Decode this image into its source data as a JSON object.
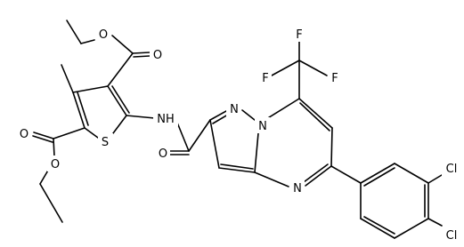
{
  "figure": {
    "type": "chemical-structure",
    "atom_color": "#000000",
    "background": "#ffffff"
  },
  "atoms": {
    "o_ester_top_carbonyl": "O",
    "o_ester_top_ether": "O",
    "s_thiophene": "S",
    "nh_amide": "NH",
    "o_amide": "O",
    "o_ester_left_carbonyl": "O",
    "o_ester_left_ether": "O",
    "n_pyrazole_1": "N",
    "n_pyrazole_2": "N",
    "n_pyrimidine": "N",
    "f_1": "F",
    "f_2": "F",
    "f_3": "F",
    "cl_1": "Cl",
    "cl_2": "Cl"
  }
}
